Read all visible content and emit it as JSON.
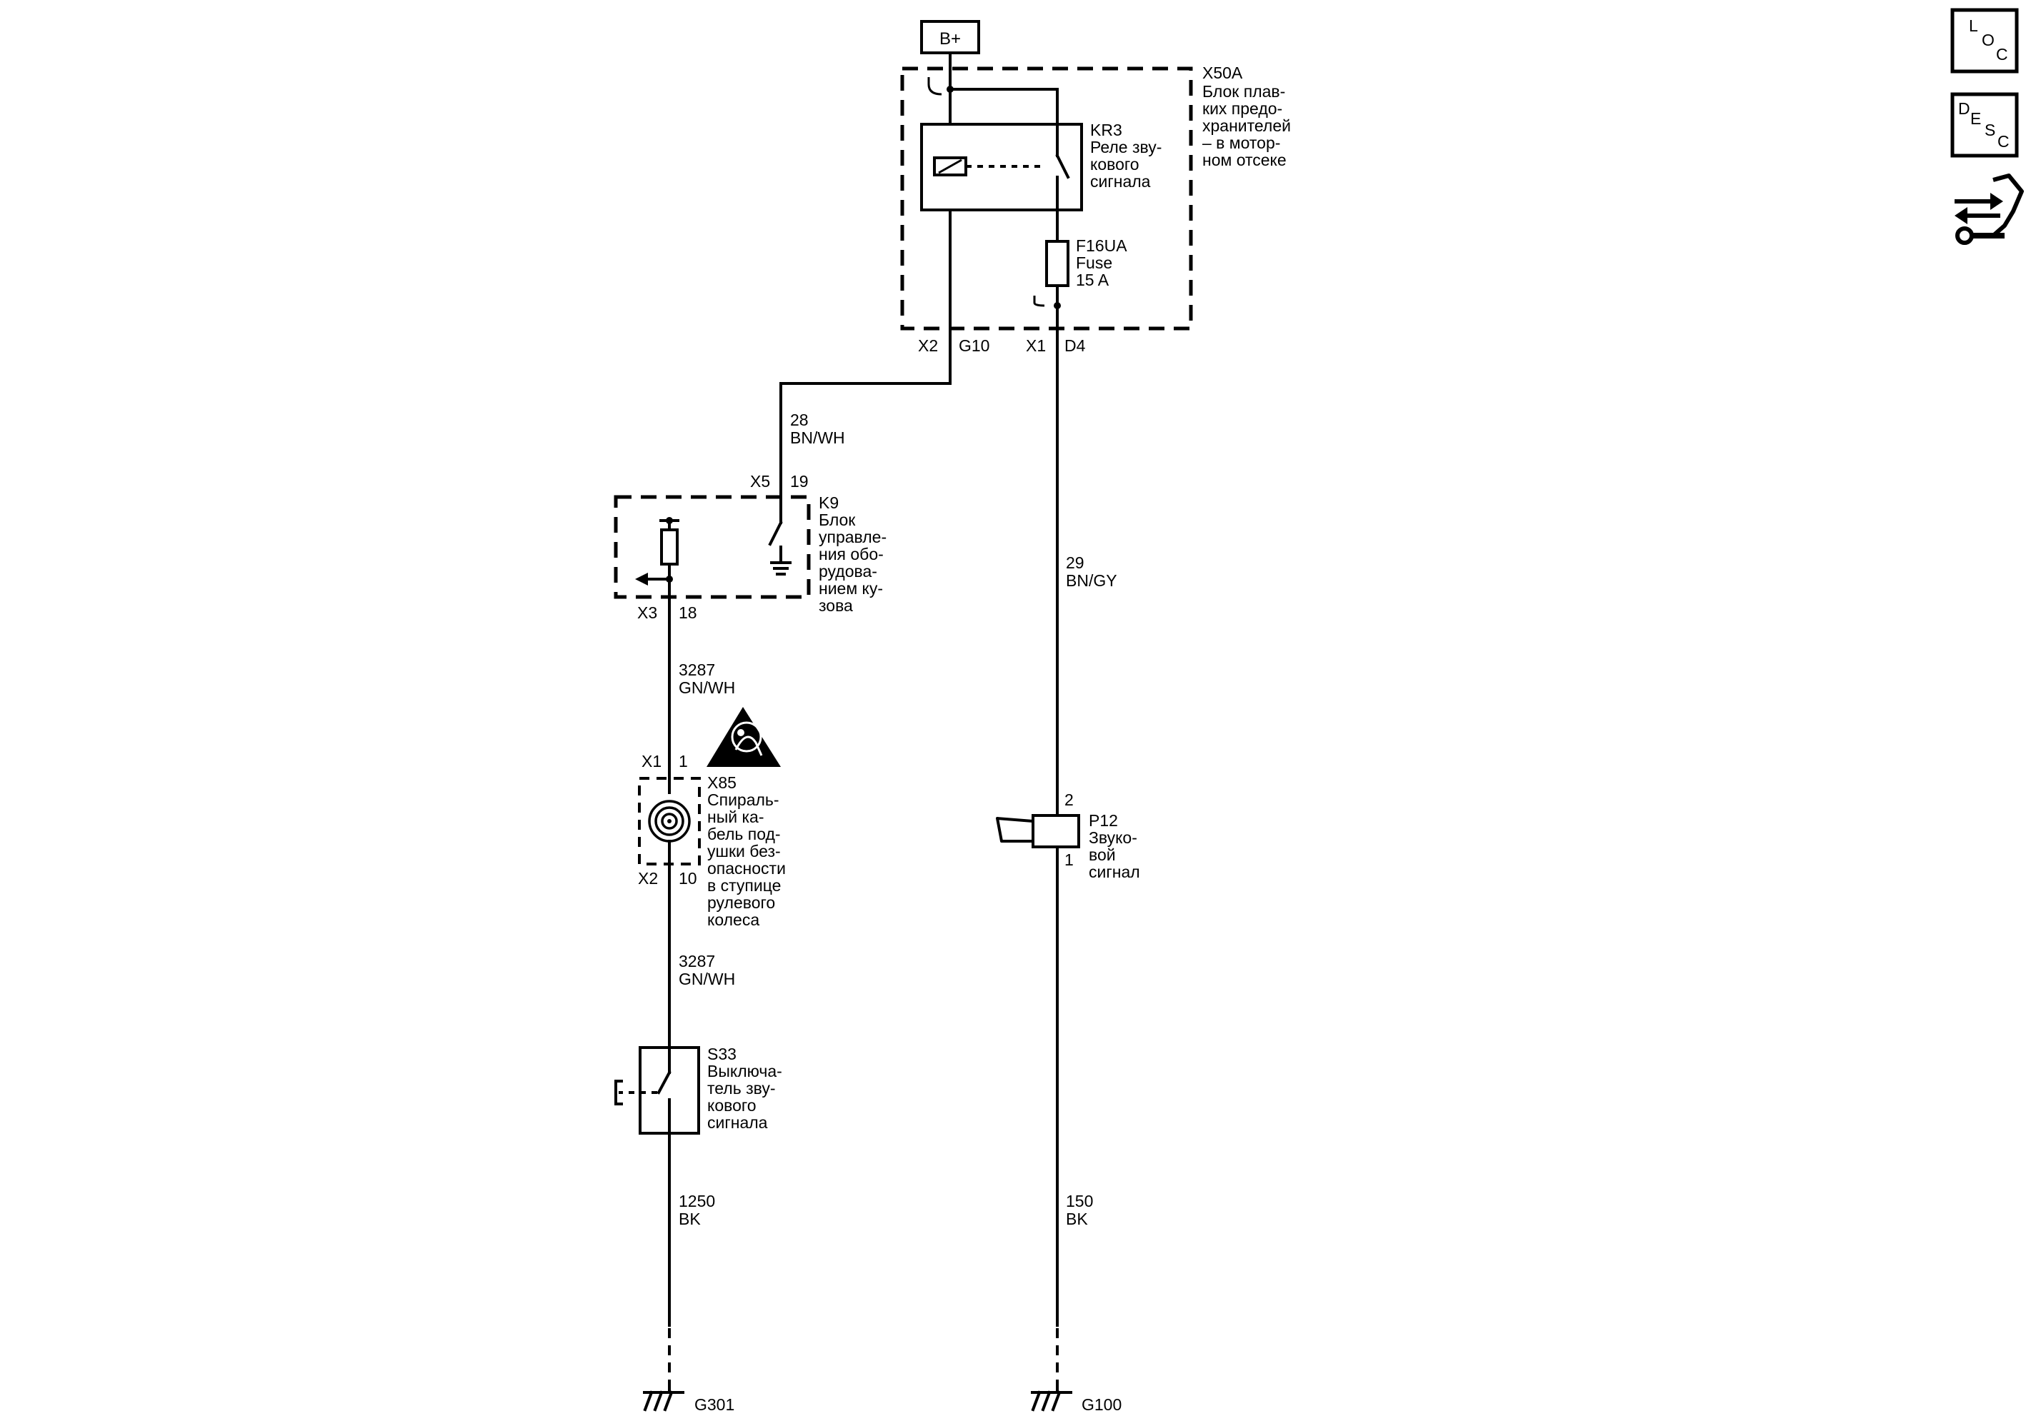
{
  "supply": {
    "label": "B+"
  },
  "fuse_block": {
    "name": "X50A",
    "desc": [
      "Блок плав-",
      "ких предо-",
      "хранителей",
      "– в мотор-",
      "ном отсеке"
    ]
  },
  "relay": {
    "name": "KR3",
    "desc": [
      "Реле зву-",
      "кового",
      "сигнала"
    ]
  },
  "fuse": {
    "name": "F16UA",
    "desc": [
      "Fuse",
      "15 A"
    ]
  },
  "pins": {
    "x50a_left_conn": "X2",
    "x50a_left_pin": "G10",
    "x50a_right_conn": "X1",
    "x50a_right_pin": "D4",
    "k9_top_conn": "X5",
    "k9_top_pin": "19",
    "k9_bot_conn": "X3",
    "k9_bot_pin": "18",
    "x85_top_conn": "X1",
    "x85_top_pin": "1",
    "x85_bot_conn": "X2",
    "x85_bot_pin": "10",
    "p12_top_pin": "2",
    "p12_bot_pin": "1"
  },
  "wires": {
    "w28": {
      "circuit": "28",
      "color": "BN/WH"
    },
    "w29": {
      "circuit": "29",
      "color": "BN/GY"
    },
    "w3287a": {
      "circuit": "3287",
      "color": "GN/WH"
    },
    "w3287b": {
      "circuit": "3287",
      "color": "GN/WH"
    },
    "w1250": {
      "circuit": "1250",
      "color": "BK"
    },
    "w150": {
      "circuit": "150",
      "color": "BK"
    }
  },
  "bcm": {
    "name": "K9",
    "desc": [
      "Блок",
      "управле-",
      "ния обо-",
      "рудова-",
      "нием ку-",
      "зова"
    ]
  },
  "clockspring": {
    "name": "X85",
    "desc": [
      "Спираль-",
      "ный ка-",
      "бель под-",
      "ушки без-",
      "опасности",
      "в ступице",
      "рулевого",
      "колеса"
    ]
  },
  "horn": {
    "name": "P12",
    "desc": [
      "Звуко-",
      "вой",
      "сигнал"
    ]
  },
  "horn_switch": {
    "name": "S33",
    "desc": [
      "Выключа-",
      "тель зву-",
      "кового",
      "сигнала"
    ]
  },
  "grounds": {
    "left": "G301",
    "right": "G100"
  },
  "nav": {
    "loc": [
      "L",
      "O",
      "C"
    ],
    "desc": [
      "D",
      "E",
      "S",
      "C"
    ],
    "swap_icon": "connector-swap-icon"
  }
}
